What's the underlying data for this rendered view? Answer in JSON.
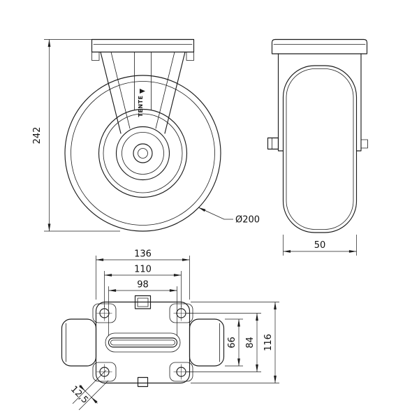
{
  "drawing": {
    "colors": {
      "line": "#1c1c1c",
      "background": "#ffffff"
    },
    "front_view": {
      "height_dim": "242",
      "diameter_dim": "Ø200",
      "brand": "TENTE"
    },
    "side_view": {
      "width_dim": "50"
    },
    "top_view": {
      "overall_width_dim": "136",
      "bolt_pattern_width_dim": "110",
      "slot_length_dim": "98",
      "wheel_width_dim": "66",
      "bolt_pattern_height_dim": "84",
      "overall_depth_dim": "116",
      "corner_offset_dim": "12,5"
    }
  }
}
